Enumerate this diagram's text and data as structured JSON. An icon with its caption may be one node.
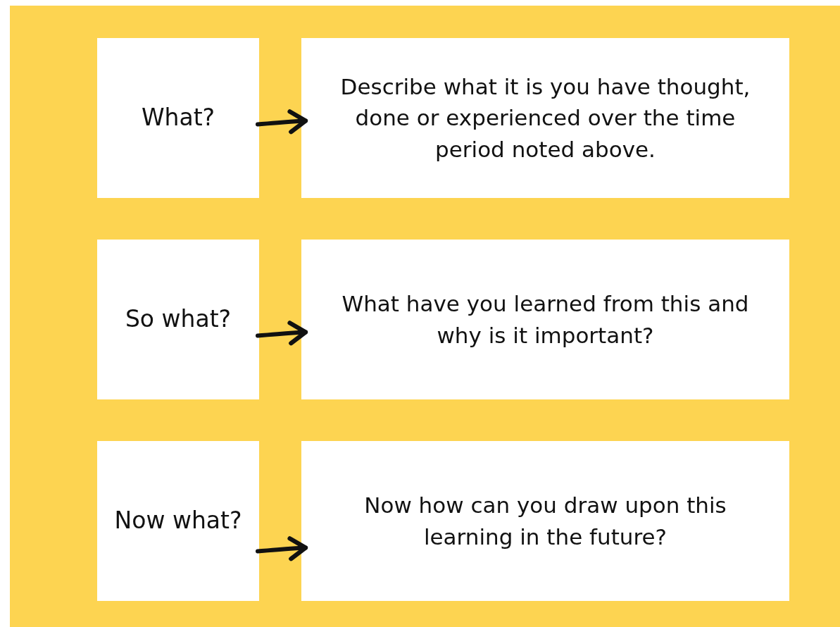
{
  "diagram": {
    "nodes": [
      {
        "text": [
          "What?"
        ]
      },
      {
        "text": [
          "Describe what it is you have thought, done or experienced over the time period noted above."
        ]
      },
      {
        "text": [
          "So what?"
        ]
      },
      {
        "text": [
          "What have you learned from this and why is it important?"
        ]
      },
      {
        "text": [
          "Now what?"
        ]
      },
      {
        "text": [
          "Now how can you draw upon this learning in the future?"
        ]
      }
    ],
    "edges": [
      {
        "from": 0,
        "to": 1,
        "arrow": "to"
      },
      {
        "from": 2,
        "to": 3,
        "arrow": "to"
      },
      {
        "from": 4,
        "to": 5,
        "arrow": "to"
      }
    ]
  }
}
